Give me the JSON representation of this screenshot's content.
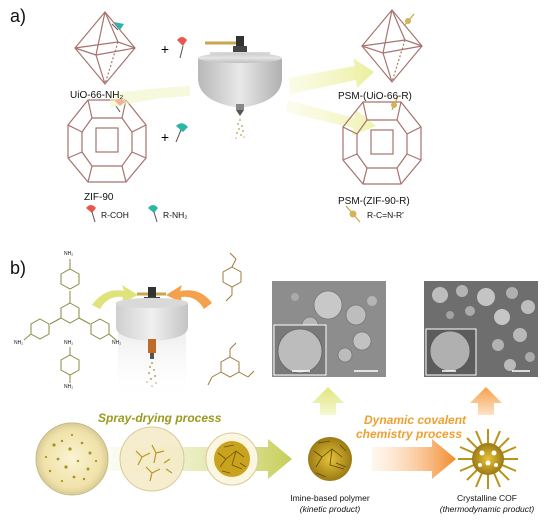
{
  "panel_a": {
    "label": "a)",
    "uio_label": "UiO-66-NH₂",
    "zif_label": "ZIF-90",
    "psm_uio_label": "PSM-(UiO-66-R)",
    "psm_zif_label": "PSM-(ZIF-90-R)",
    "plus": "+",
    "legend": [
      {
        "label": "R-COH",
        "color": "#e8564e"
      },
      {
        "label": "R-NH₂",
        "color": "#2bb5a8"
      },
      {
        "label": "R-C=N-R'",
        "color": "#c9a64a"
      }
    ]
  },
  "panel_b": {
    "label": "b)",
    "spray_title": "Spray-drying process",
    "dynamic_title_line1": "Dynamic covalent",
    "dynamic_title_line2": "chemistry process",
    "amine_label": "NH₂",
    "imine_caption": "Imine-based polymer",
    "imine_sub": "(kinetic product)",
    "cof_caption": "Crystalline COF",
    "cof_sub": "(thermodynamic product)"
  },
  "colors": {
    "arrow_yellow": "#e6ec8a",
    "arrow_orange": "#f5a04a",
    "molecule_brown": "#a0783c",
    "framework_lines": "#a7736f"
  }
}
